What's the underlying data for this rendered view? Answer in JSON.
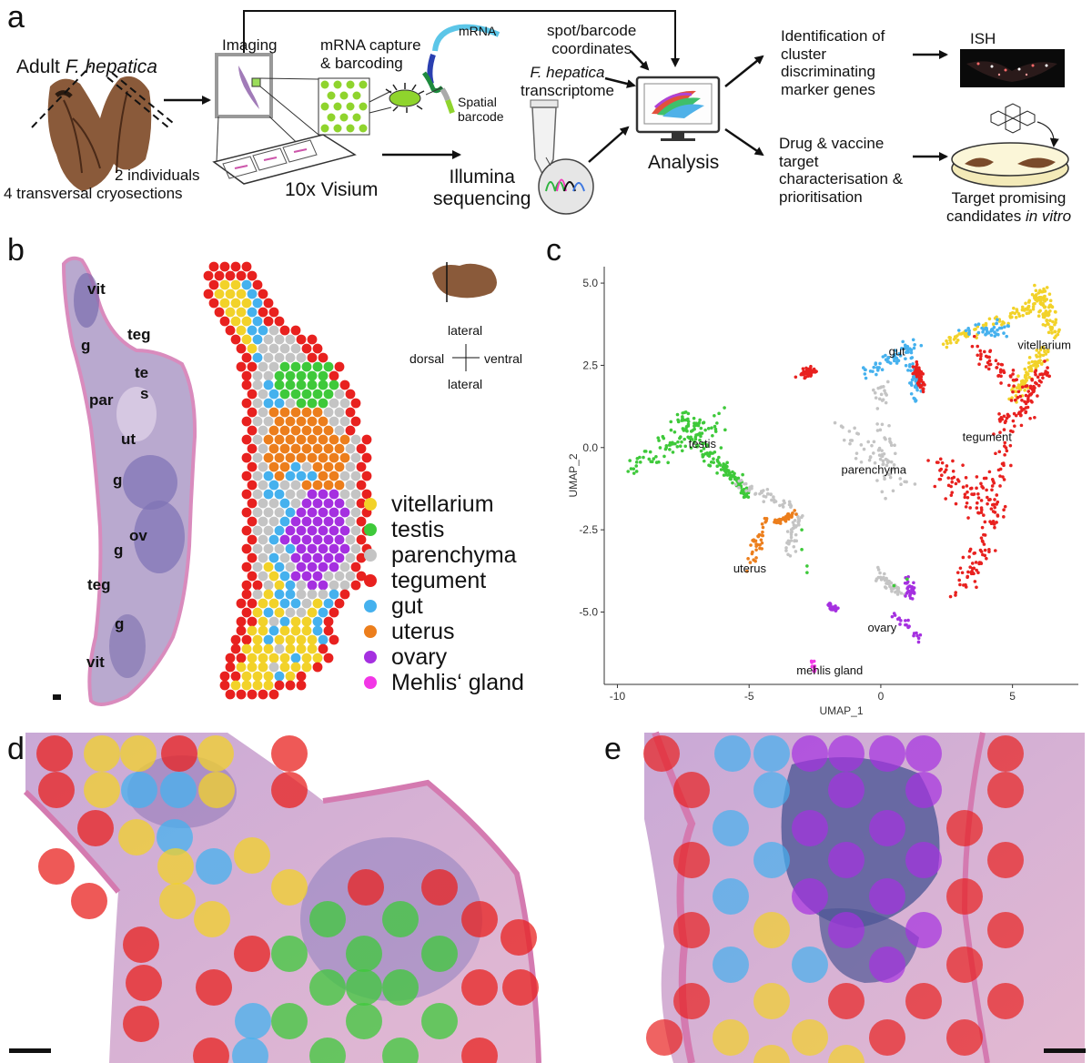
{
  "panel_a": {
    "letter": "a",
    "adult_label_prefix": "Adult ",
    "adult_label_species": "F. hepatica",
    "individuals": "2 individuals",
    "cryosections": "4 transversal cryosections",
    "imaging": "Imaging",
    "mrna_capture_line1": "mRNA capture",
    "mrna_capture_line2": "& barcoding",
    "mrna": "mRNA",
    "spatial_line1": "Spatial",
    "spatial_line2": "barcode",
    "visium": "10x Visium",
    "spot_line1": "spot/barcode",
    "spot_line2": "coordinates",
    "transcriptome_line1": "F. hepatica",
    "transcriptome_line2": "transcriptome",
    "illumina_line1": "Illumina",
    "illumina_line2": "sequencing",
    "analysis": "Analysis",
    "identification_line1": "Identification of",
    "identification_line2": "cluster",
    "identification_line3": "discriminating",
    "identification_line4": "marker genes",
    "ish": "ISH",
    "drug_line1": "Drug & vaccine",
    "drug_line2": "target",
    "drug_line3": "characterisation &",
    "drug_line4": "prioritisation",
    "target_line1": "Target promising",
    "target_line2_prefix": "candidates ",
    "target_line2_italic": "in vitro"
  },
  "panel_b": {
    "letter": "b",
    "tissue_labels": [
      "vit",
      "teg",
      "g",
      "te",
      "s",
      "par",
      "ut",
      "g",
      "ov",
      "g",
      "teg",
      "g",
      "vit"
    ],
    "orientation": {
      "top": "lateral",
      "left": "dorsal",
      "right": "ventral",
      "bottom": "lateral"
    },
    "legend": [
      {
        "name": "vitellarium",
        "color": "#f2d229"
      },
      {
        "name": "testis",
        "color": "#3ec93a"
      },
      {
        "name": "parenchyma",
        "color": "#c4c4c4"
      },
      {
        "name": "tegument",
        "color": "#e8211f"
      },
      {
        "name": "gut",
        "color": "#45b1ee"
      },
      {
        "name": "uterus",
        "color": "#ec7e1c"
      },
      {
        "name": "ovary",
        "color": "#a530e0"
      },
      {
        "name": "Mehlis‘ gland",
        "color": "#f236e6"
      }
    ]
  },
  "panel_c": {
    "letter": "c",
    "chart_data": {
      "type": "scatter",
      "xlabel": "UMAP_1",
      "ylabel": "UMAP_2",
      "xlim": [
        -10.5,
        7.5
      ],
      "ylim": [
        -7.2,
        5.5
      ],
      "x_ticks": [
        -10,
        -5,
        0,
        5
      ],
      "y_ticks": [
        5.0,
        2.5,
        0.0,
        -2.5,
        -5.0
      ],
      "y_tick_labels": [
        "5.0",
        "2.5",
        "0.0",
        "-2.5",
        "-5.0"
      ],
      "x_tick_labels": [
        "-10",
        "-5",
        "0",
        "5"
      ],
      "clusters": [
        {
          "name": "vitellarium",
          "color": "#f2d229",
          "label_x": 5.2,
          "label_y": 3.0,
          "cx": 5.5,
          "cy": 3.3
        },
        {
          "name": "gut",
          "color": "#45b1ee",
          "label_x": 0.3,
          "label_y": 2.8,
          "cx": 0.5,
          "cy": 2.2
        },
        {
          "name": "testis",
          "color": "#3ec93a",
          "label_x": -7.3,
          "label_y": 0.0,
          "cx": -7.6,
          "cy": 0.0
        },
        {
          "name": "tegument",
          "color": "#e8211f",
          "label_x": 3.1,
          "label_y": 0.2,
          "cx": 4.3,
          "cy": -0.8
        },
        {
          "name": "parenchyma",
          "color": "#c4c4c4",
          "label_x": -1.5,
          "label_y": -0.8,
          "cx": 0.0,
          "cy": -0.5
        },
        {
          "name": "uterus",
          "color": "#ec7e1c",
          "label_x": -5.6,
          "label_y": -3.8,
          "cx": -4.6,
          "cy": -3.2
        },
        {
          "name": "ovary",
          "color": "#a530e0",
          "label_x": -0.5,
          "label_y": -5.6,
          "cx": 0.6,
          "cy": -5.0
        },
        {
          "name": "mehlis gland",
          "color": "#f236e6",
          "label_x": -3.2,
          "label_y": -6.9,
          "cx": -1.4,
          "cy": -6.5
        }
      ]
    }
  },
  "panel_d": {
    "letter": "d"
  },
  "panel_e": {
    "letter": "e"
  }
}
